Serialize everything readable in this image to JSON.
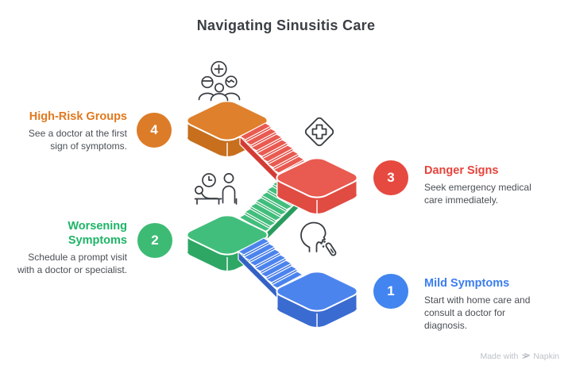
{
  "title": "Navigating Sinusitis Care",
  "watermark": {
    "prefix": "Made with",
    "brand": "Napkin",
    "logo_icon": "napkin-logo-icon"
  },
  "steps": [
    {
      "id": "mild-symptoms",
      "num": "1",
      "title_lines": [
        "Mild Symptoms"
      ],
      "desc_lines": [
        "Start with home care and",
        "consult a doctor for",
        "diagnosis."
      ],
      "icon": "coughing-person-icon",
      "colors": {
        "accent": "#3b7dee",
        "circle": "#4285f0",
        "platform_top": "#4c84ee",
        "platform_side": "#3a6bd0",
        "stair_riser": "#3f73dc",
        "stair_dark": "#3362c4"
      }
    },
    {
      "id": "worsening-symptoms",
      "num": "2",
      "title_lines": [
        "Worsening",
        "Symptoms"
      ],
      "desc_lines": [
        "Schedule a prompt visit",
        "with a doctor or specialist."
      ],
      "icon": "clock-consultation-icon",
      "colors": {
        "accent": "#1eb467",
        "circle": "#3dbb74",
        "platform_top": "#42be7c",
        "platform_side": "#2ea765",
        "stair_riser": "#33ae6c",
        "stair_dark": "#299c5d"
      }
    },
    {
      "id": "danger-signs",
      "num": "3",
      "title_lines": [
        "Danger Signs"
      ],
      "desc_lines": [
        "Seek emergency medical",
        "care immediately."
      ],
      "icon": "medical-cross-diamond-icon",
      "colors": {
        "accent": "#e5433b",
        "circle": "#e6493f",
        "platform_top": "#e95a50",
        "platform_side": "#e04b42",
        "stair_riser": "#df4a42",
        "stair_dark": "#d23c35"
      }
    },
    {
      "id": "high-risk-groups",
      "num": "4",
      "title_lines": [
        "High-Risk Groups"
      ],
      "desc_lines": [
        "See a doctor at the first",
        "sign of symptoms."
      ],
      "icon": "people-group-plus-icon",
      "colors": {
        "accent": "#e0791e",
        "circle": "#dc7c28",
        "platform_top": "#de802c",
        "platform_side": "#c76f1d",
        "stair_riser": "#d2761f",
        "stair_dark": "#c76f1d"
      }
    }
  ]
}
